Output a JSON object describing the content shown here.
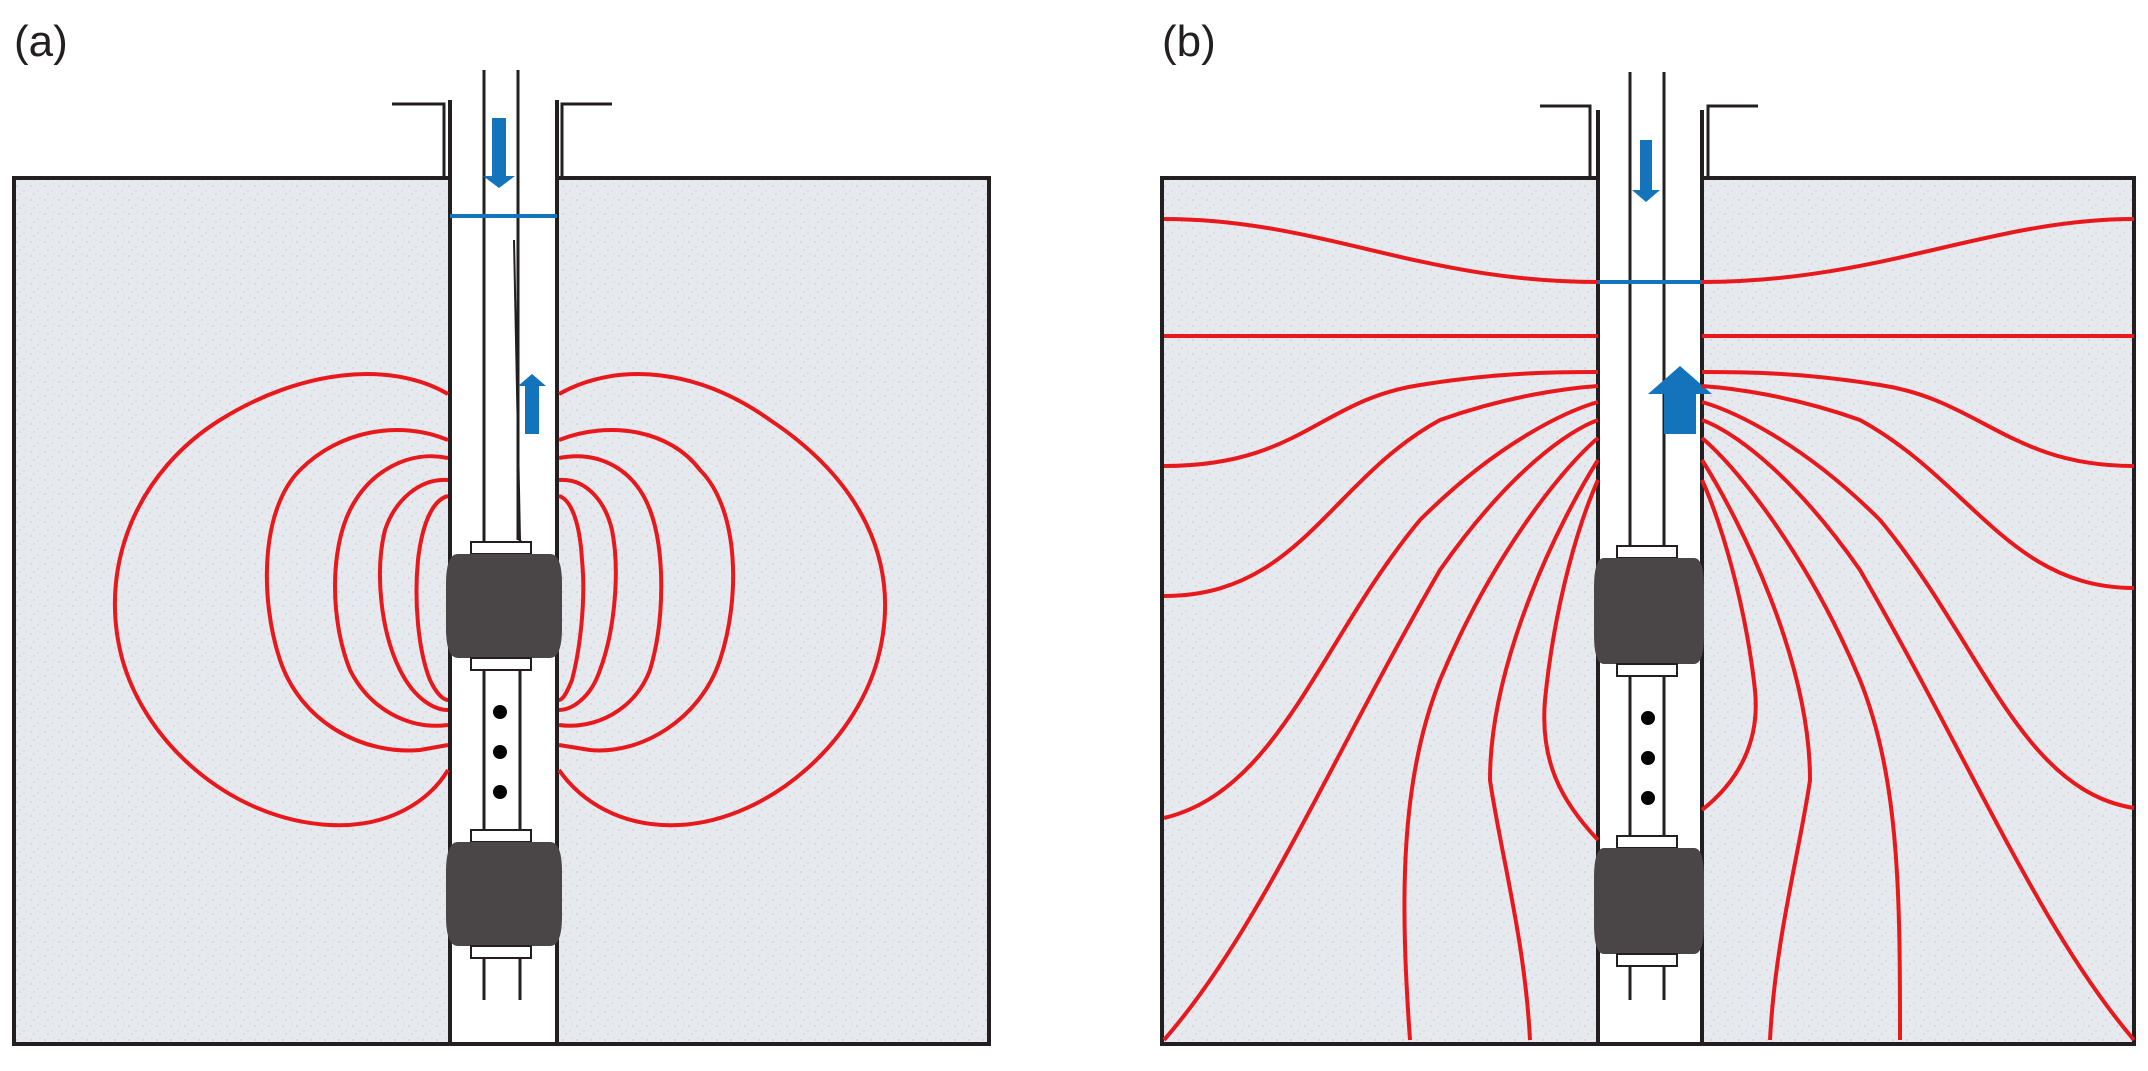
{
  "panels": [
    {
      "label": "(a)",
      "description_ids": "a"
    },
    {
      "label": "(b)",
      "description_ids": "b"
    }
  ],
  "colors": {
    "formation_fill": "#e6e9ed",
    "formation_stroke": "#231f20",
    "flow_line": "#e8191d",
    "arrow": "#1374bb",
    "water_level": "#1374bb",
    "packer": "#4a4546",
    "perforation_dot": "#000000"
  },
  "icons": {
    "down_arrow": "down-arrow-icon",
    "up_arrow": "up-arrow-icon"
  }
}
